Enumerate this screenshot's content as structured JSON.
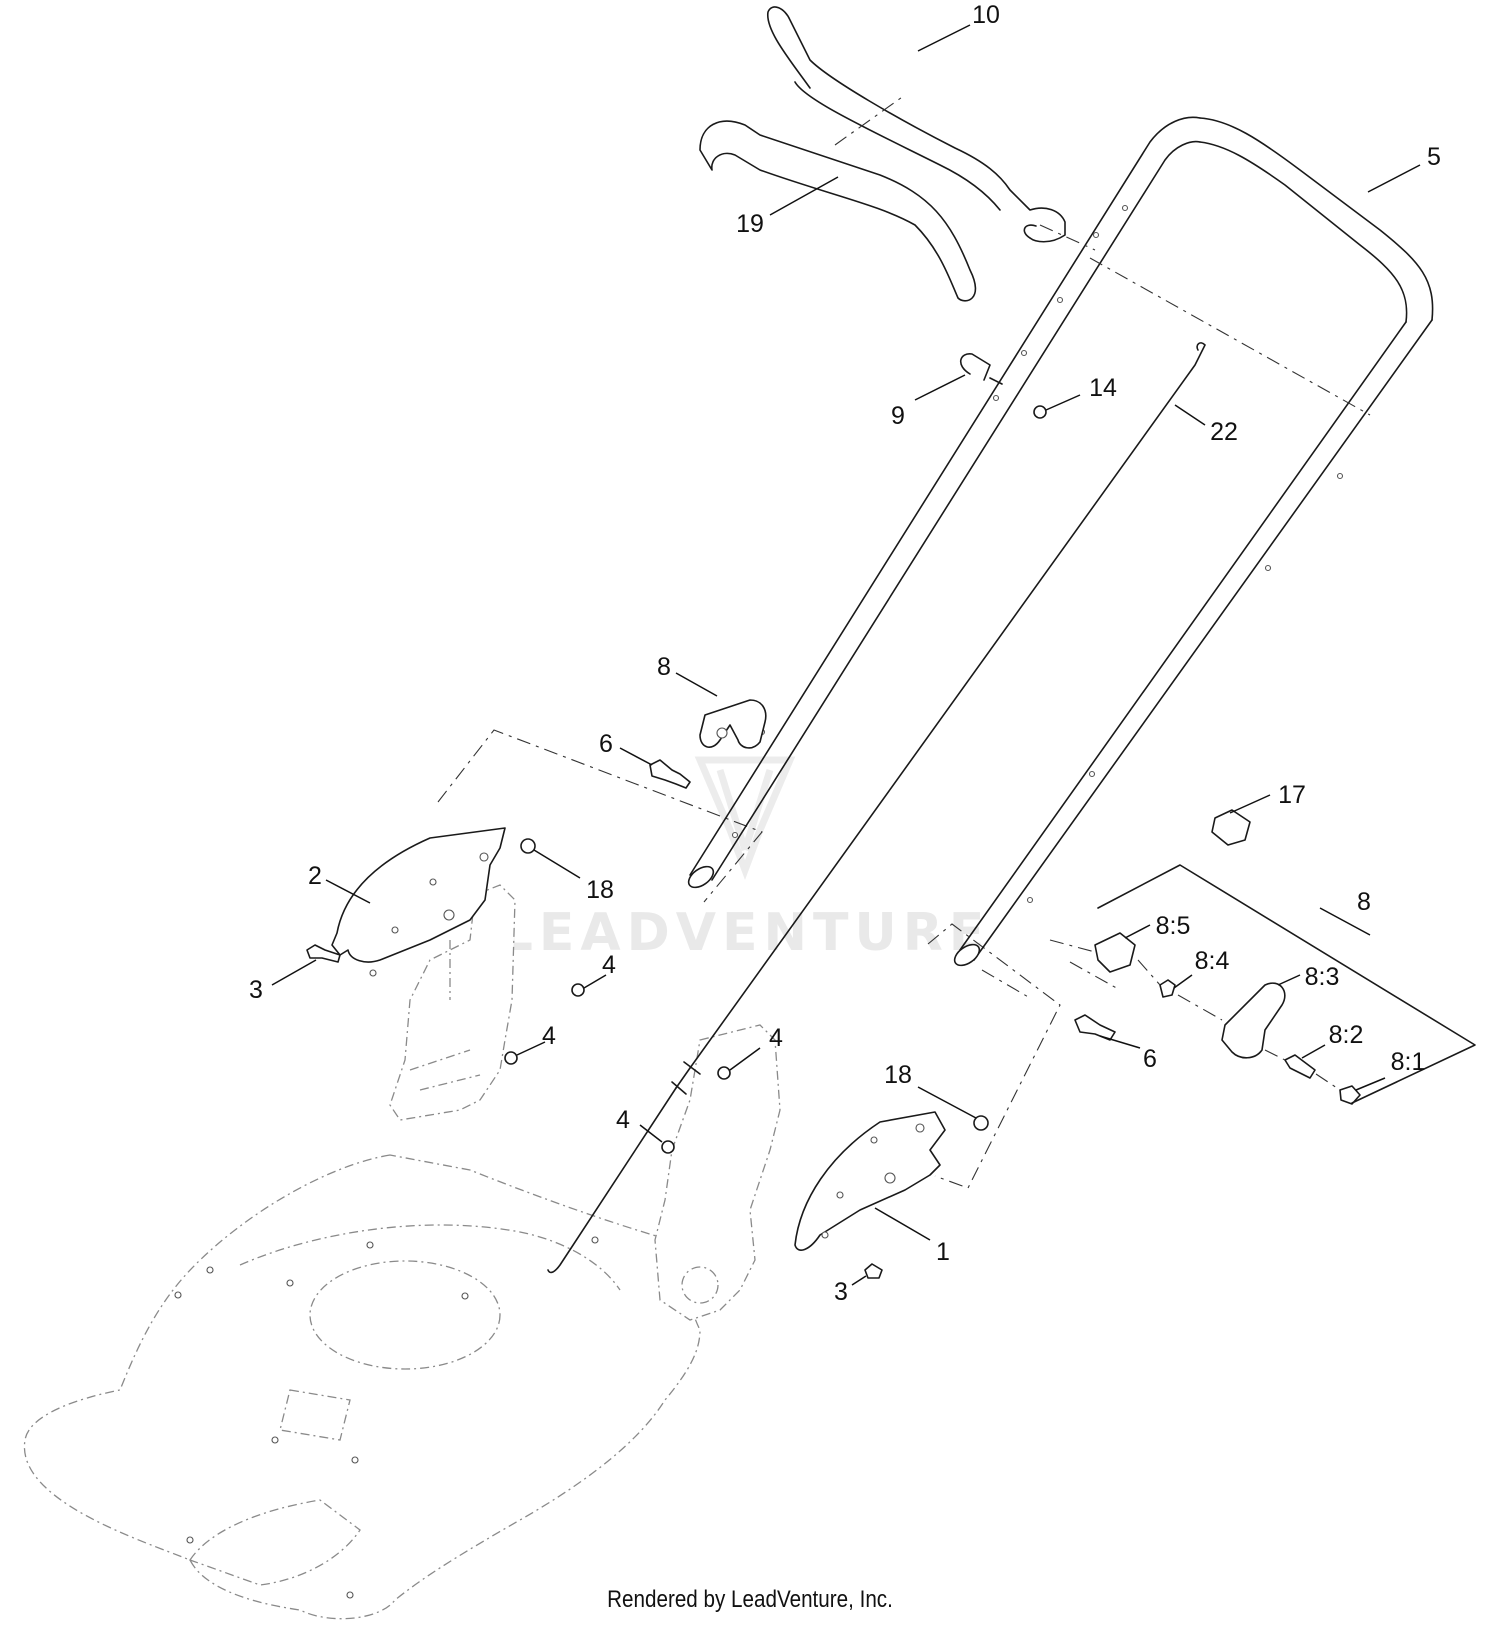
{
  "watermark": {
    "text": "LEADVENTURE"
  },
  "footer": {
    "text": "Rendered by LeadVenture, Inc."
  },
  "callouts": {
    "c10": "10",
    "c5": "5",
    "c19": "19",
    "c9": "9",
    "c14": "14",
    "c22": "22",
    "c8_upper": "8",
    "c6_left": "6",
    "c17": "17",
    "c2": "2",
    "c18_left": "18",
    "c3_left": "3",
    "c4_a": "4",
    "c4_b": "4",
    "c8_kit": "8",
    "c8_5": "8:5",
    "c8_4": "8:4",
    "c8_3": "8:3",
    "c8_2": "8:2",
    "c8_1": "8:1",
    "c6_right": "6",
    "c4_c": "4",
    "c18_right": "18",
    "c4_d": "4",
    "c1": "1",
    "c3_right": "3"
  }
}
